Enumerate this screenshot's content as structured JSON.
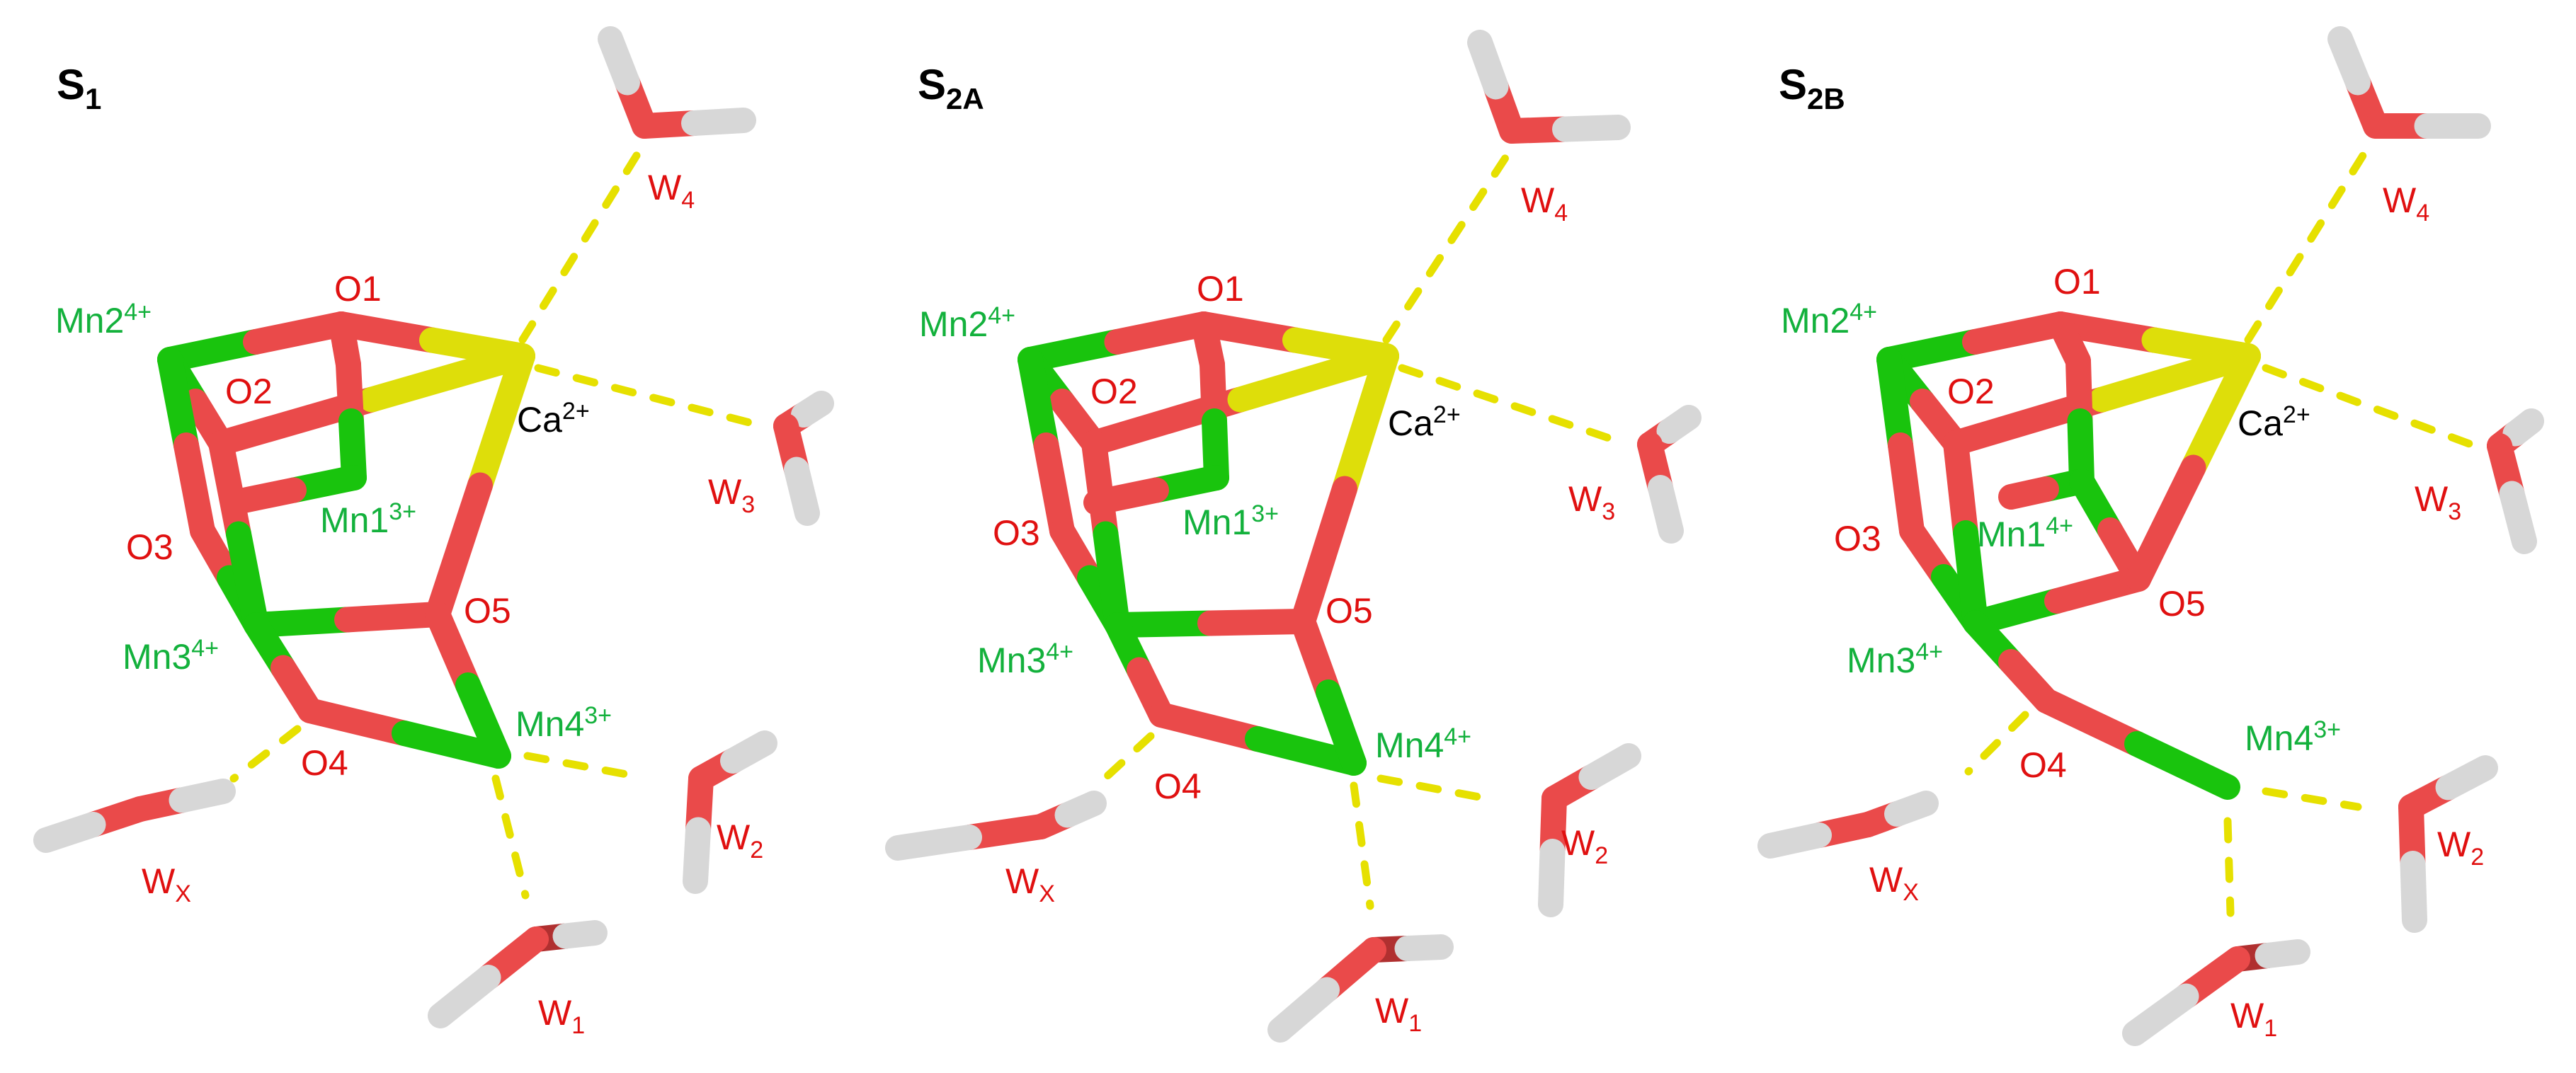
{
  "colors": {
    "manganese": "#19c40d",
    "oxygen": "#ea4a4a",
    "calcium": "#dede0a",
    "hydrogen": "#d7d7d7",
    "hbond": "#e6e000",
    "label_red": "#e01010",
    "label_green": "#13b13c",
    "label_black": "#000000"
  },
  "panels": [
    {
      "title": {
        "main": "S",
        "sub": "1"
      },
      "labels": {
        "mn2": {
          "base": "Mn2",
          "sup": "4+"
        },
        "mn1": {
          "base": "Mn1",
          "sup": "3+"
        },
        "mn3": {
          "base": "Mn3",
          "sup": "4+"
        },
        "mn4": {
          "base": "Mn4",
          "sup": "3+"
        },
        "ca": {
          "base": "Ca",
          "sup": "2+"
        },
        "o1": "O1",
        "o2": "O2",
        "o3": "O3",
        "o4": "O4",
        "o5": "O5",
        "w1": {
          "base": "W",
          "sub": "1"
        },
        "w2": {
          "base": "W",
          "sub": "2"
        },
        "w3": {
          "base": "W",
          "sub": "3"
        },
        "w4": {
          "base": "W",
          "sub": "4"
        },
        "wx": {
          "base": "W",
          "sub": "X"
        }
      }
    },
    {
      "title": {
        "main": "S",
        "sub": "2A"
      },
      "labels": {
        "mn2": {
          "base": "Mn2",
          "sup": "4+"
        },
        "mn1": {
          "base": "Mn1",
          "sup": "3+"
        },
        "mn3": {
          "base": "Mn3",
          "sup": "4+"
        },
        "mn4": {
          "base": "Mn4",
          "sup": "4+"
        },
        "ca": {
          "base": "Ca",
          "sup": "2+"
        },
        "o1": "O1",
        "o2": "O2",
        "o3": "O3",
        "o4": "O4",
        "o5": "O5",
        "w1": {
          "base": "W",
          "sub": "1"
        },
        "w2": {
          "base": "W",
          "sub": "2"
        },
        "w3": {
          "base": "W",
          "sub": "3"
        },
        "w4": {
          "base": "W",
          "sub": "4"
        },
        "wx": {
          "base": "W",
          "sub": "X"
        }
      }
    },
    {
      "title": {
        "main": "S",
        "sub": "2B"
      },
      "labels": {
        "mn2": {
          "base": "Mn2",
          "sup": "4+"
        },
        "mn1": {
          "base": "Mn1",
          "sup": "4+"
        },
        "mn3": {
          "base": "Mn3",
          "sup": "4+"
        },
        "mn4": {
          "base": "Mn4",
          "sup": "3+"
        },
        "ca": {
          "base": "Ca",
          "sup": "2+"
        },
        "o1": "O1",
        "o2": "O2",
        "o3": "O3",
        "o4": "O4",
        "o5": "O5",
        "w1": {
          "base": "W",
          "sub": "1"
        },
        "w2": {
          "base": "W",
          "sub": "2"
        },
        "w3": {
          "base": "W",
          "sub": "3"
        },
        "w4": {
          "base": "W",
          "sub": "4"
        },
        "wx": {
          "base": "W",
          "sub": "X"
        }
      }
    }
  ]
}
